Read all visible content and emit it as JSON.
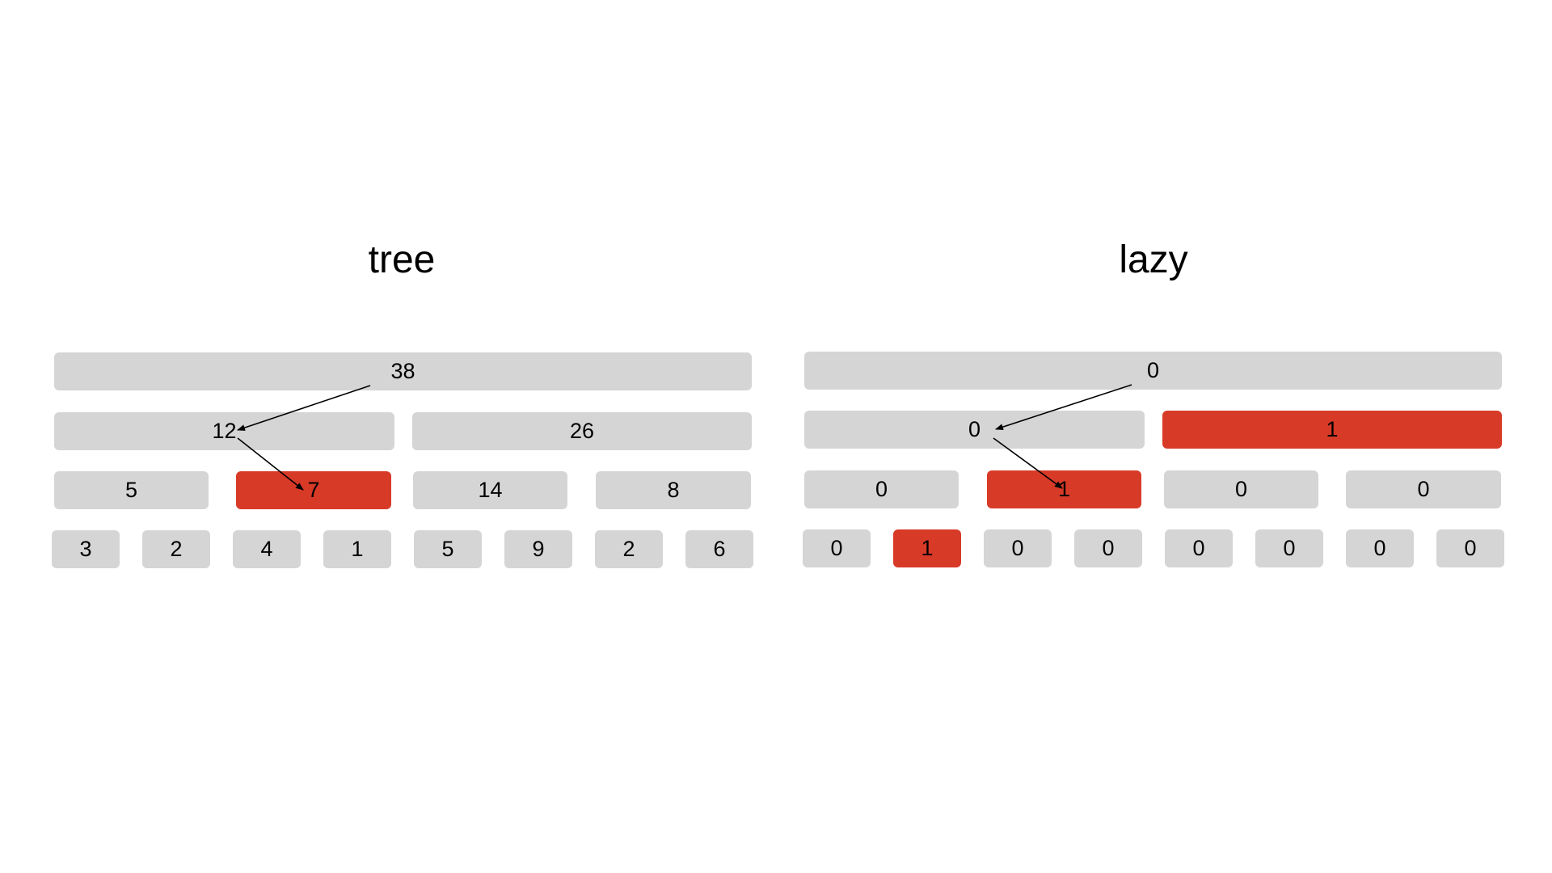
{
  "colors": {
    "node": "#d5d5d5",
    "highlight": "#d83a28",
    "text": "#000000",
    "background": "#ffffff"
  },
  "tree": {
    "title": "tree",
    "levels": [
      [
        "38"
      ],
      [
        "12",
        "26"
      ],
      [
        "5",
        "7",
        "14",
        "8"
      ],
      [
        "3",
        "2",
        "4",
        "1",
        "5",
        "9",
        "2",
        "6"
      ]
    ],
    "highlighted": [
      "2.1"
    ]
  },
  "lazy": {
    "title": "lazy",
    "levels": [
      [
        "0"
      ],
      [
        "0",
        "1"
      ],
      [
        "0",
        "1",
        "0",
        "0"
      ],
      [
        "0",
        "1",
        "0",
        "0",
        "0",
        "0",
        "0",
        "0"
      ]
    ],
    "highlighted": [
      "1.1",
      "2.1",
      "3.1"
    ]
  }
}
